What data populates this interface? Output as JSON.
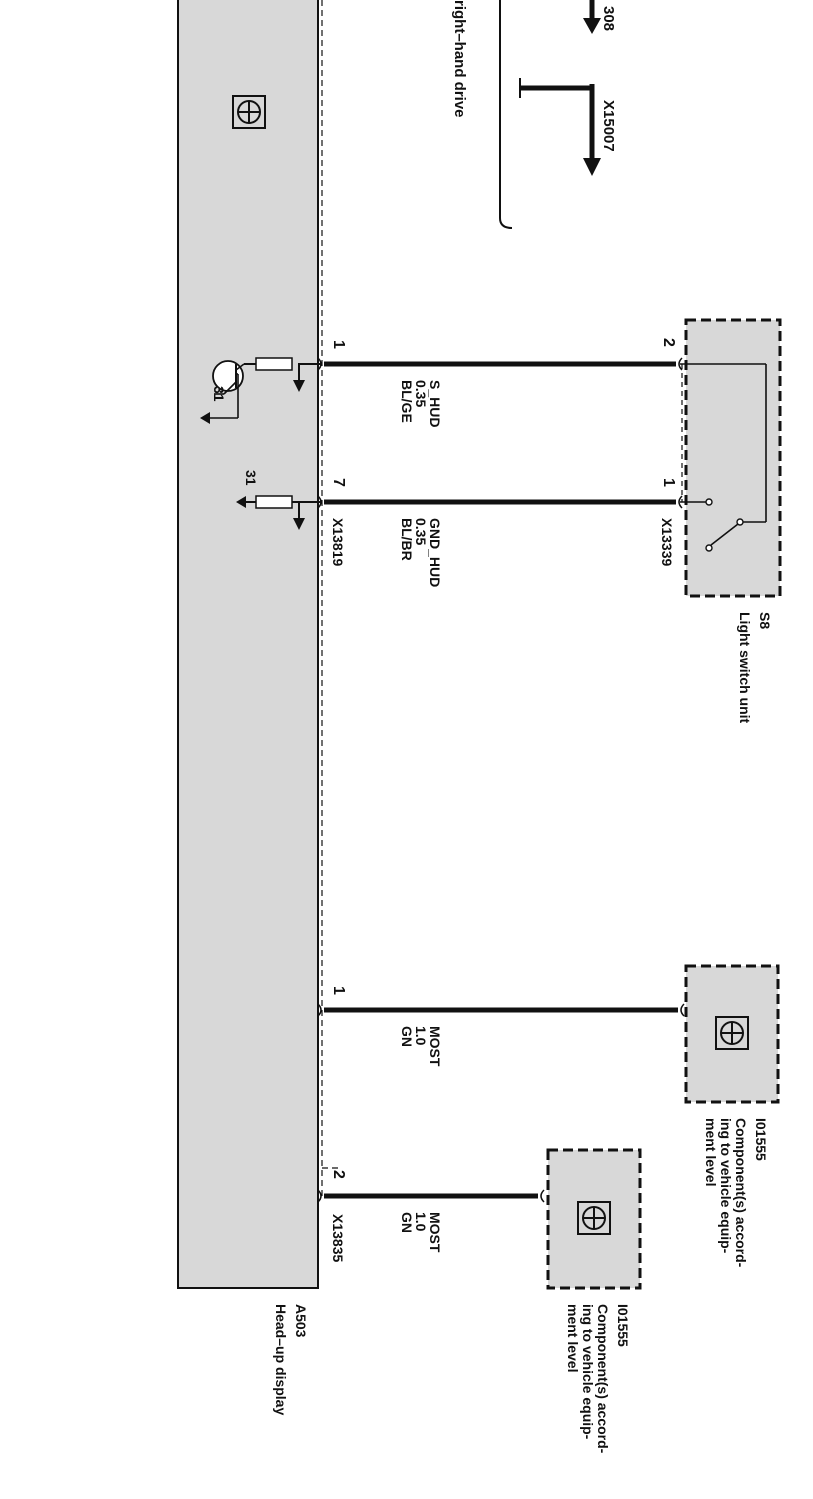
{
  "arrows": {
    "top_partial": "308",
    "x15007": "X15007",
    "note": "right–hand drive"
  },
  "main_unit": {
    "id": "A503",
    "name": "Head–up display"
  },
  "light_switch": {
    "id": "S8",
    "name": "Light switch unit",
    "connector": "X13339",
    "pin_a": "2",
    "pin_b": "1"
  },
  "connector_x13819": {
    "id": "X13819",
    "pin_a": "1",
    "pin_b": "7"
  },
  "connector_x13835": {
    "id": "X13835",
    "pin_a": "1",
    "pin_b": "2"
  },
  "ground_symbols": {
    "g1": "31",
    "g2": "31"
  },
  "wires": [
    {
      "signal": "S_HUD",
      "gauge": "0.35",
      "color": "BL/GE"
    },
    {
      "signal": "GND_HUD",
      "gauge": "0.35",
      "color": "BL/BR"
    },
    {
      "signal": "MOST",
      "gauge": "1.0",
      "color": "GN"
    },
    {
      "signal": "MOST",
      "gauge": "1.0",
      "color": "GN"
    }
  ],
  "components": [
    {
      "id": "I01555",
      "line1": "Component(s) accord-",
      "line2": "ing to vehicle equip-",
      "line3": "ment level"
    },
    {
      "id": "I01555",
      "line1": "Component(s) accord-",
      "line2": "ing to vehicle equip-",
      "line3": "ment level"
    }
  ],
  "colors": {
    "box_fill": "#d8d8d8",
    "line": "#111111"
  }
}
